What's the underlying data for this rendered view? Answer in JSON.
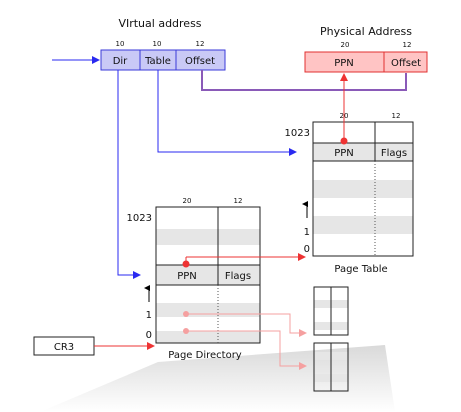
{
  "virtual_address": {
    "title": "VIrtual address",
    "fields": [
      {
        "bits": "10",
        "label": "Dir"
      },
      {
        "bits": "10",
        "label": "Table"
      },
      {
        "bits": "12",
        "label": "Offset"
      }
    ]
  },
  "physical_address": {
    "title": "Physical Address",
    "fields": [
      {
        "bits": "20",
        "label": "PPN"
      },
      {
        "bits": "12",
        "label": "Offset"
      }
    ]
  },
  "page_table": {
    "caption": "Page Table",
    "bits_ppn": "20",
    "bits_flags": "12",
    "entry_ppn": "PPN",
    "entry_flags": "Flags",
    "index_top": "1023",
    "index_one": "1",
    "index_zero": "0"
  },
  "page_directory": {
    "caption": "Page Directory",
    "bits_ppn": "20",
    "bits_flags": "12",
    "entry_ppn": "PPN",
    "entry_flags": "Flags",
    "index_top": "1023",
    "index_one": "1",
    "index_zero": "0"
  },
  "register": {
    "label": "CR3"
  },
  "colors": {
    "virtual_fill": "#c9c9f6",
    "virtual_stroke": "#3a3ad8",
    "physical_fill": "#ffc4c4",
    "physical_stroke": "#e03030",
    "blue_arrow": "#2a2af0",
    "red_arrow": "#ee3333",
    "pink_arrow": "#f5a0a0",
    "purple_link": "#8a5ab8",
    "row_grey": "#e6e6e6"
  }
}
